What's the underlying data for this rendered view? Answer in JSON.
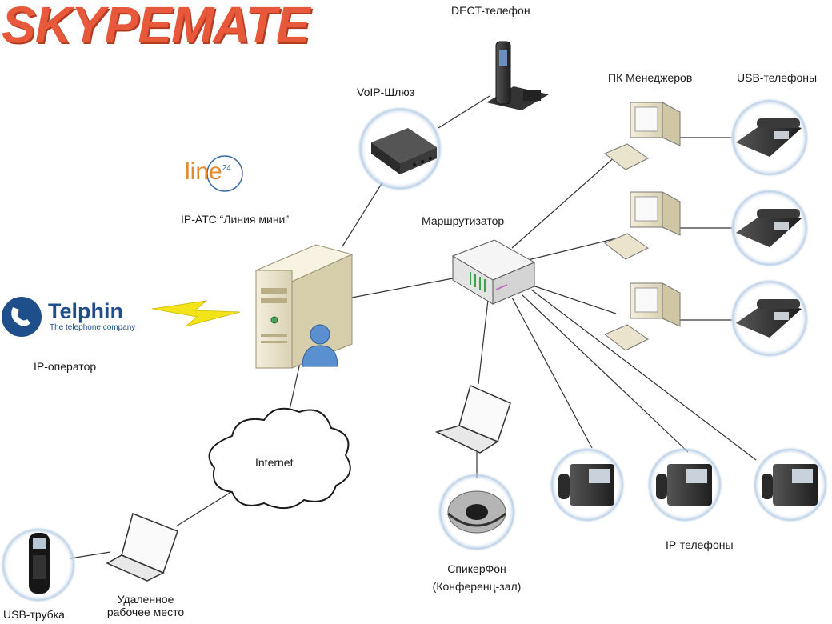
{
  "brand": {
    "logo_text": "SKYPEMATE",
    "color": "#e8583a"
  },
  "operator": {
    "logo_word": "Telphin",
    "logo_tagline": "The telephone company",
    "label": "IP-оператор"
  },
  "pbx": {
    "logo_word": "line",
    "logo_sup": "24",
    "label": "IP-АТС “Линия мини”"
  },
  "nodes": {
    "gateway": "VoIP-Шлюз",
    "dect": "DECT-телефон",
    "router": "Маршрутизатор",
    "managers": "ПК Менеджеров",
    "usb_phones": "USB-телефоны",
    "internet": "Internet",
    "usb_handset": "USB-трубка",
    "remote_line1": "Удаленное",
    "remote_line2": "рабочее место",
    "speakerphone_line1": "СпикерФон",
    "speakerphone_line2": "(Конференц-зал)",
    "ip_phones": "IP-телефоны"
  },
  "colors": {
    "connector": "#333333",
    "bolt": "#f2e418",
    "halo": "#b9cfe6",
    "device_dark": "#2b2b2b",
    "device_beige": "#ece6cf"
  }
}
